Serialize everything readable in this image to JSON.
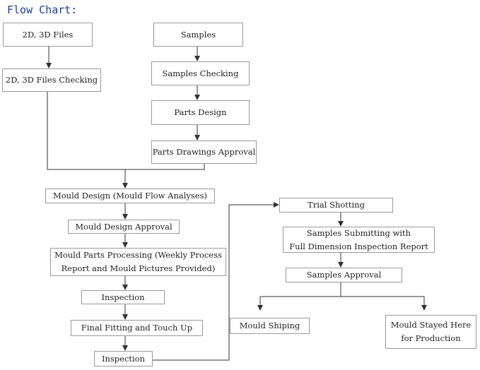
{
  "title": "Flow Chart:",
  "nodes": {
    "files": "2D, 3D Files",
    "samples": "Samples",
    "files_checking": "2D, 3D Files Checking",
    "samples_checking": "Samples Checking",
    "parts_design": "Parts Design",
    "parts_drawings_approval": "Parts Drawings Approval",
    "mould_design": "Mould Design (Mould Flow Analyses)",
    "mould_design_approval": "Mould Design Approval",
    "mould_parts_processing_line1": "Mould Parts Processing (Weekly Process",
    "mould_parts_processing_line2": "Report and Mould Pictures Provided)",
    "inspection_1": "Inspection",
    "final_fitting": "Final Fitting and Touch Up",
    "inspection_2": "Inspection",
    "trial_shotting": "Trial Shotting",
    "samples_submitting_line1": "Samples Submitting with",
    "samples_submitting_line2": "Full Dimension Inspection Report",
    "samples_approval": "Samples Approval",
    "mould_shiping": "Mould Shiping",
    "mould_stayed_line1": "Mould Stayed Here",
    "mould_stayed_line2": "for Production"
  },
  "colors": {
    "title": "#1a3e9a",
    "box_border": "#9a9a9a",
    "line": "#333333",
    "text": "#222222"
  }
}
